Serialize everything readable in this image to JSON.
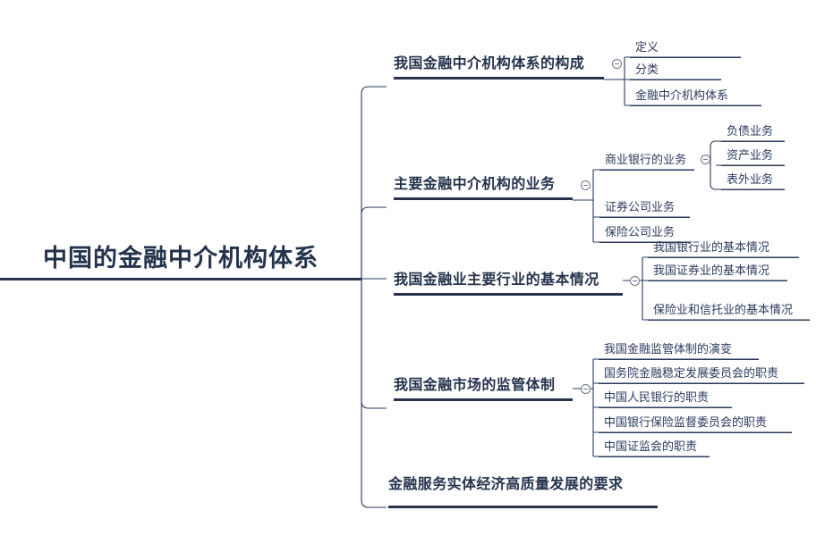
{
  "theme": {
    "background": "#ffffff",
    "root_color": "#26334d",
    "branch_color": "#26334d",
    "leaf_color": "#2b3a5c",
    "wire_color": "#2b3a5c",
    "toggle_color": "#6d7690"
  },
  "root": {
    "label": "中国的金融中介机构体系"
  },
  "branches": [
    {
      "label": "我国金融中介机构体系的构成",
      "toggle": "collapse-toggle",
      "children": [
        {
          "label": "定义"
        },
        {
          "label": "分类"
        },
        {
          "label": "金融中介机构体系"
        }
      ]
    },
    {
      "label": "主要金融中介机构的业务",
      "toggle": "collapse-toggle",
      "children": [
        {
          "label": "商业银行的业务",
          "toggle": "collapse-toggle",
          "children": [
            {
              "label": "负债业务"
            },
            {
              "label": "资产业务"
            },
            {
              "label": "表外业务"
            }
          ]
        },
        {
          "label": "证券公司业务"
        },
        {
          "label": "保险公司业务"
        }
      ]
    },
    {
      "label": "我国金融业主要行业的基本情况",
      "toggle": "collapse-toggle",
      "children": [
        {
          "label": "我国银行业的基本情况"
        },
        {
          "label": "我国证券业的基本情况"
        },
        {
          "label": "保险业和信托业的基本情况"
        }
      ]
    },
    {
      "label": "我国金融市场的监管体制",
      "toggle": "collapse-toggle",
      "children": [
        {
          "label": "我国金融监管体制的演变"
        },
        {
          "label": "国务院金融稳定发展委员会的职责"
        },
        {
          "label": "中国人民银行的职责"
        },
        {
          "label": "中国银行保险监督委员会的职责"
        },
        {
          "label": "中国证监会的职责"
        }
      ]
    },
    {
      "label": "金融服务实体经济高质量发展的要求",
      "children": []
    }
  ]
}
